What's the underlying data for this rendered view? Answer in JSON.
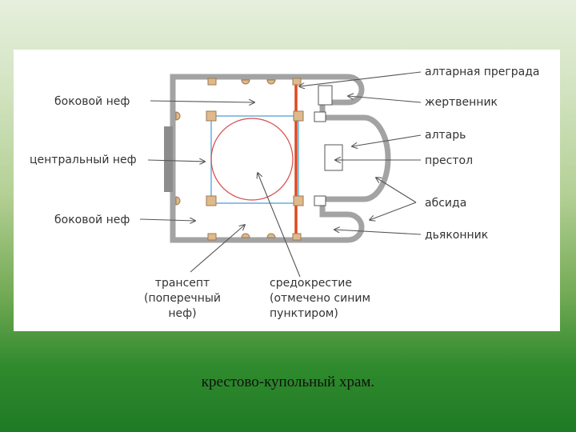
{
  "caption": "крестово-купольный храм.",
  "diagram": {
    "labels": {
      "side_nave_top": "боковой неф",
      "central_nave": "центральный неф",
      "side_nave_bottom": "боковой неф",
      "transept_line1": "трансепт",
      "transept_line2": "(поперечный",
      "transept_line3": "неф)",
      "crossing_line1": "средокрестие",
      "crossing_line2": "(отмечено синим",
      "crossing_line3": "пунктиром)",
      "altar_screen": "алтарная преграда",
      "prothesis": "жертвенник",
      "altar": "алтарь",
      "holy_table": "престол",
      "apse": "абсида",
      "diaconicon": "дьяконник"
    },
    "colors": {
      "wall": "#a3a3a3",
      "pillar": "#e0b98b",
      "pillar_stroke": "#9a7a55",
      "altar_screen": "#e04a20",
      "crossing_square": "#5da8d8",
      "dome_circle": "#d84a4a",
      "leader_line": "#555555"
    }
  }
}
